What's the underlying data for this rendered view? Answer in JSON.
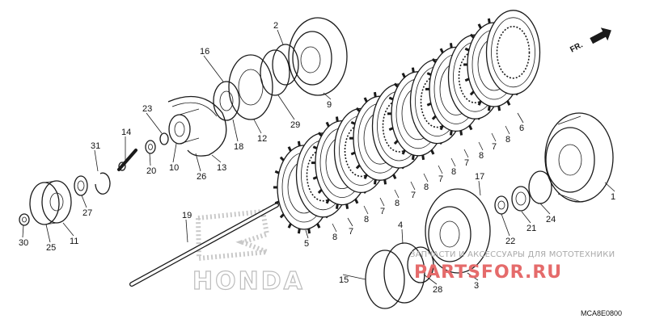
{
  "diagram": {
    "part_numbers": [
      "1",
      "2",
      "3",
      "4",
      "5",
      "6",
      "7",
      "8",
      "9",
      "10",
      "11",
      "12",
      "13",
      "14",
      "15",
      "16",
      "17",
      "18",
      "19",
      "20",
      "21",
      "22",
      "23",
      "24",
      "25",
      "26",
      "27",
      "28",
      "29",
      "30",
      "31"
    ],
    "direction_marker": "FR.",
    "diagram_code": "MCA8E0800",
    "brand_watermark": "HONDA",
    "watermark_site": "PARTSFOR.RU",
    "watermark_tagline": "ЗАПЧАСТИ И АКСЕССУАРЫ ДЛЯ МОТОТЕХНИКИ",
    "colors": {
      "line": "#1a1a1a",
      "watermark_red": "#e56b6b",
      "watermark_gray": "#a9a9a9",
      "background": "#ffffff"
    },
    "icons": [
      "arrow-right-icon"
    ]
  }
}
